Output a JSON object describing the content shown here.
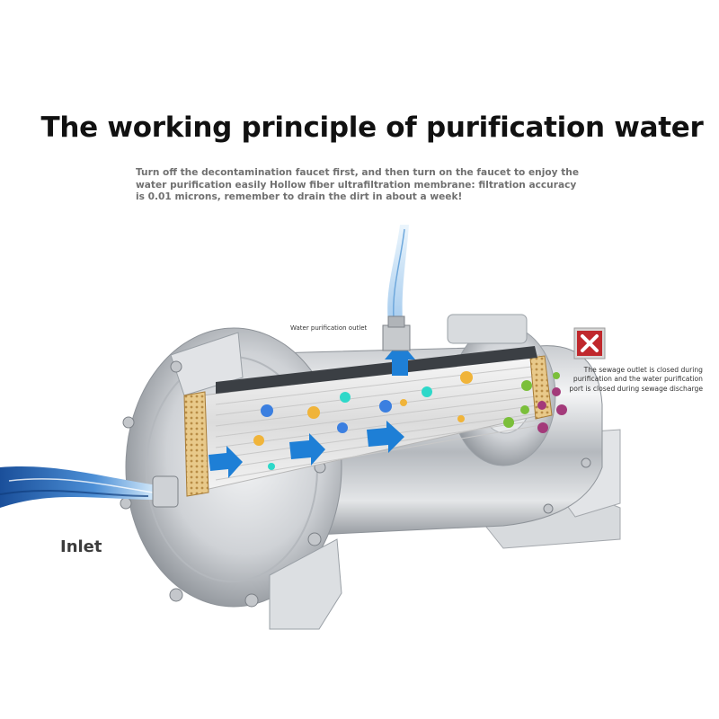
{
  "title": "The working principle of purification water",
  "description": "Turn off the decontamination faucet first, and then turn on the faucet to enjoy the water purification easily Hollow fiber ultrafiltration membrane: filtration accuracy is 0.01 microns, remember to drain the dirt in about a week!",
  "labels": {
    "outlet": "Water purification outlet",
    "sewage_note": "The sewage outlet is closed during purification and the water purification port is closed during sewage discharge",
    "inlet": "Inlet"
  },
  "colors": {
    "steel_light": "#f1f2f3",
    "steel_dark": "#8e9399",
    "flow_arrow": "#1e7fd6",
    "water": "#3f7fc8",
    "membrane": "#e8c98a",
    "sewage_icon": "#c0282c"
  },
  "icons": {
    "flow": "arrow-right-icon",
    "outlet_flow": "arrow-up-icon",
    "sewage_closed": "close-icon",
    "contaminant": "bacteria-icon"
  }
}
